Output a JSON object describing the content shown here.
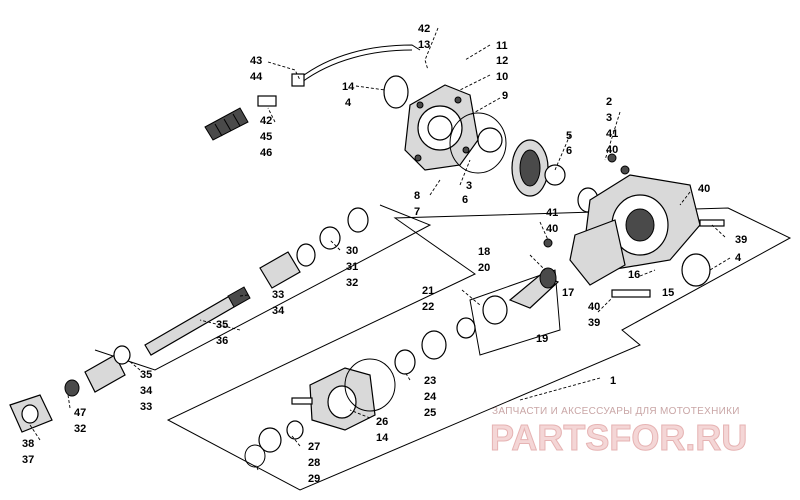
{
  "watermark": {
    "tagline": "ЗАПЧАСТИ И АКСЕССУАРЫ ДЛЯ МОТОТЕХНИКИ",
    "brand": "PARTSFOR.RU"
  },
  "callouts": [
    "42",
    "13",
    "11",
    "12",
    "10",
    "43",
    "44",
    "14",
    "4",
    "9",
    "42",
    "45",
    "46",
    "3",
    "5",
    "6",
    "2",
    "3",
    "41",
    "40",
    "8",
    "7",
    "6",
    "40",
    "41",
    "40",
    "39",
    "30",
    "31",
    "32",
    "18",
    "20",
    "17",
    "16",
    "15",
    "4",
    "33",
    "34",
    "21",
    "22",
    "40",
    "39",
    "35",
    "36",
    "19",
    "1",
    "35",
    "34",
    "33",
    "23",
    "24",
    "25",
    "47",
    "32",
    "26",
    "14",
    "38",
    "37",
    "27",
    "28",
    "29"
  ]
}
